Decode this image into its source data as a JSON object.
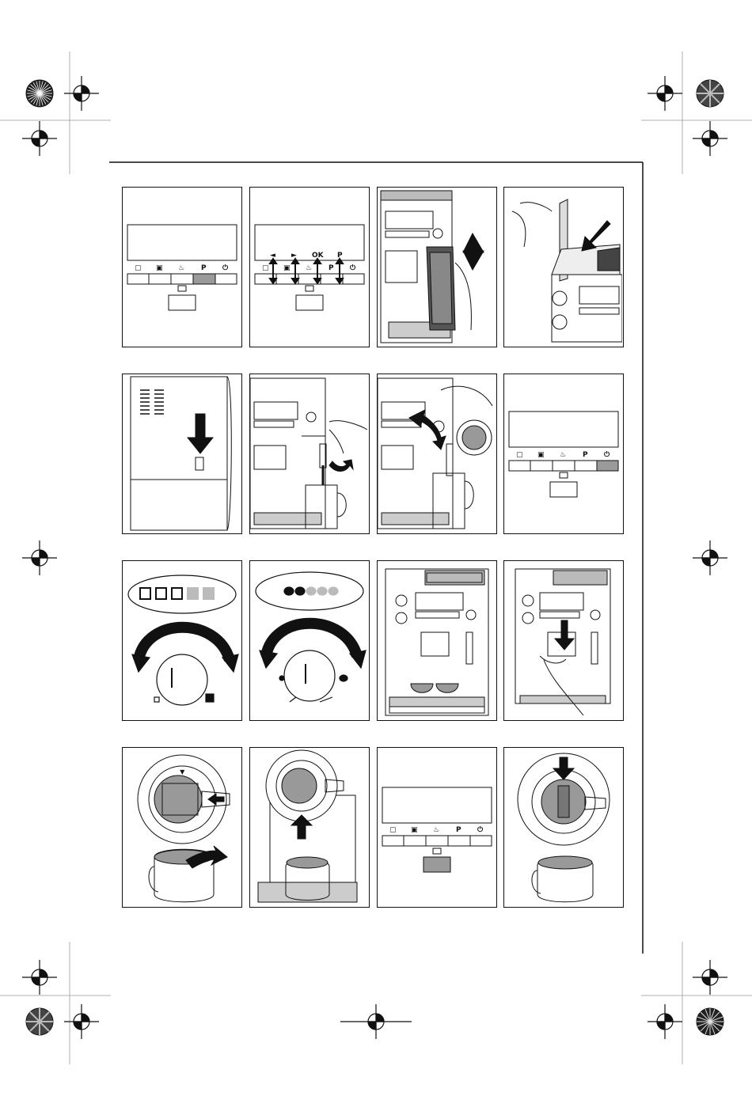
{
  "buttons": {
    "cup_small": "▢",
    "cup_double": "▣",
    "steam": "♨",
    "program": "P",
    "power": "⏻"
  },
  "nav": {
    "left": "◄",
    "right": "►",
    "ok": "OK",
    "program": "P"
  },
  "colors": {
    "line": "#111111",
    "highlight": "#9a9a9a",
    "light_grey": "#bdbdbd"
  },
  "icons": [
    "registration-mark",
    "crosshair-mark",
    "cup-icon",
    "bean-icon",
    "steam-icon",
    "program-icon",
    "power-icon",
    "arrow-icon"
  ]
}
